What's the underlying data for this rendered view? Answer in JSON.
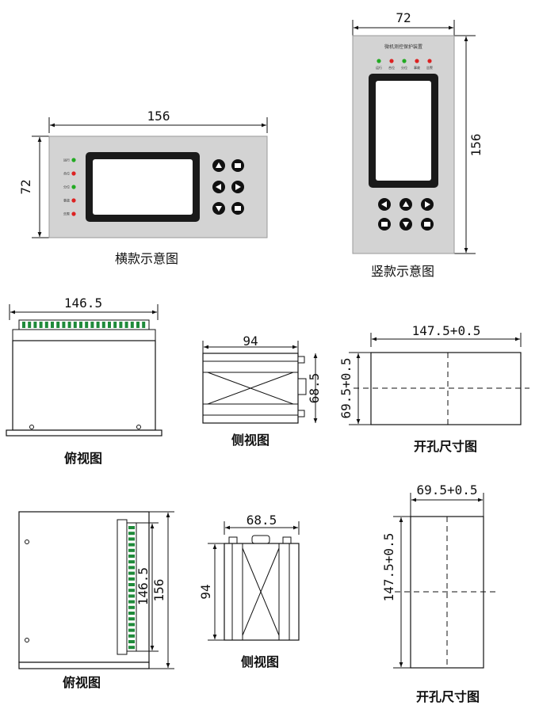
{
  "horizontal_model": {
    "width_label": "156",
    "height_label": "72",
    "indicator_labels": [
      "运行",
      "合位",
      "分位",
      "事故",
      "告警"
    ],
    "caption": "横款示意图"
  },
  "vertical_model": {
    "device_title": "微机测控保护装置",
    "width_label": "72",
    "height_label": "156",
    "indicator_labels": [
      "运行",
      "合位",
      "分位",
      "事故",
      "告警"
    ],
    "caption": "竖款示意图"
  },
  "row1": {
    "top_view": {
      "width_label": "146.5",
      "caption": "俯视图"
    },
    "side_view": {
      "width_label": "94",
      "height_label": "68.5",
      "caption": "侧视图"
    },
    "cutout": {
      "width_label": "147.5+0.5",
      "height_label": "69.5+0.5",
      "caption": "开孔尺寸图"
    }
  },
  "row2": {
    "top_view": {
      "height_label_inner": "146.5",
      "height_label_outer": "156",
      "caption": "俯视图"
    },
    "side_view": {
      "width_label": "68.5",
      "height_label": "94",
      "caption": "侧视图"
    },
    "cutout": {
      "width_label": "69.5+0.5",
      "height_label": "147.5+0.5",
      "caption": "开孔尺寸图"
    }
  },
  "colors": {
    "panel_gray": "#d3d3d3",
    "screen_black": "#1a1a1a",
    "screen_white": "#ffffff",
    "led_green": "#22aa22",
    "led_red": "#dd2222",
    "line": "#111111"
  }
}
